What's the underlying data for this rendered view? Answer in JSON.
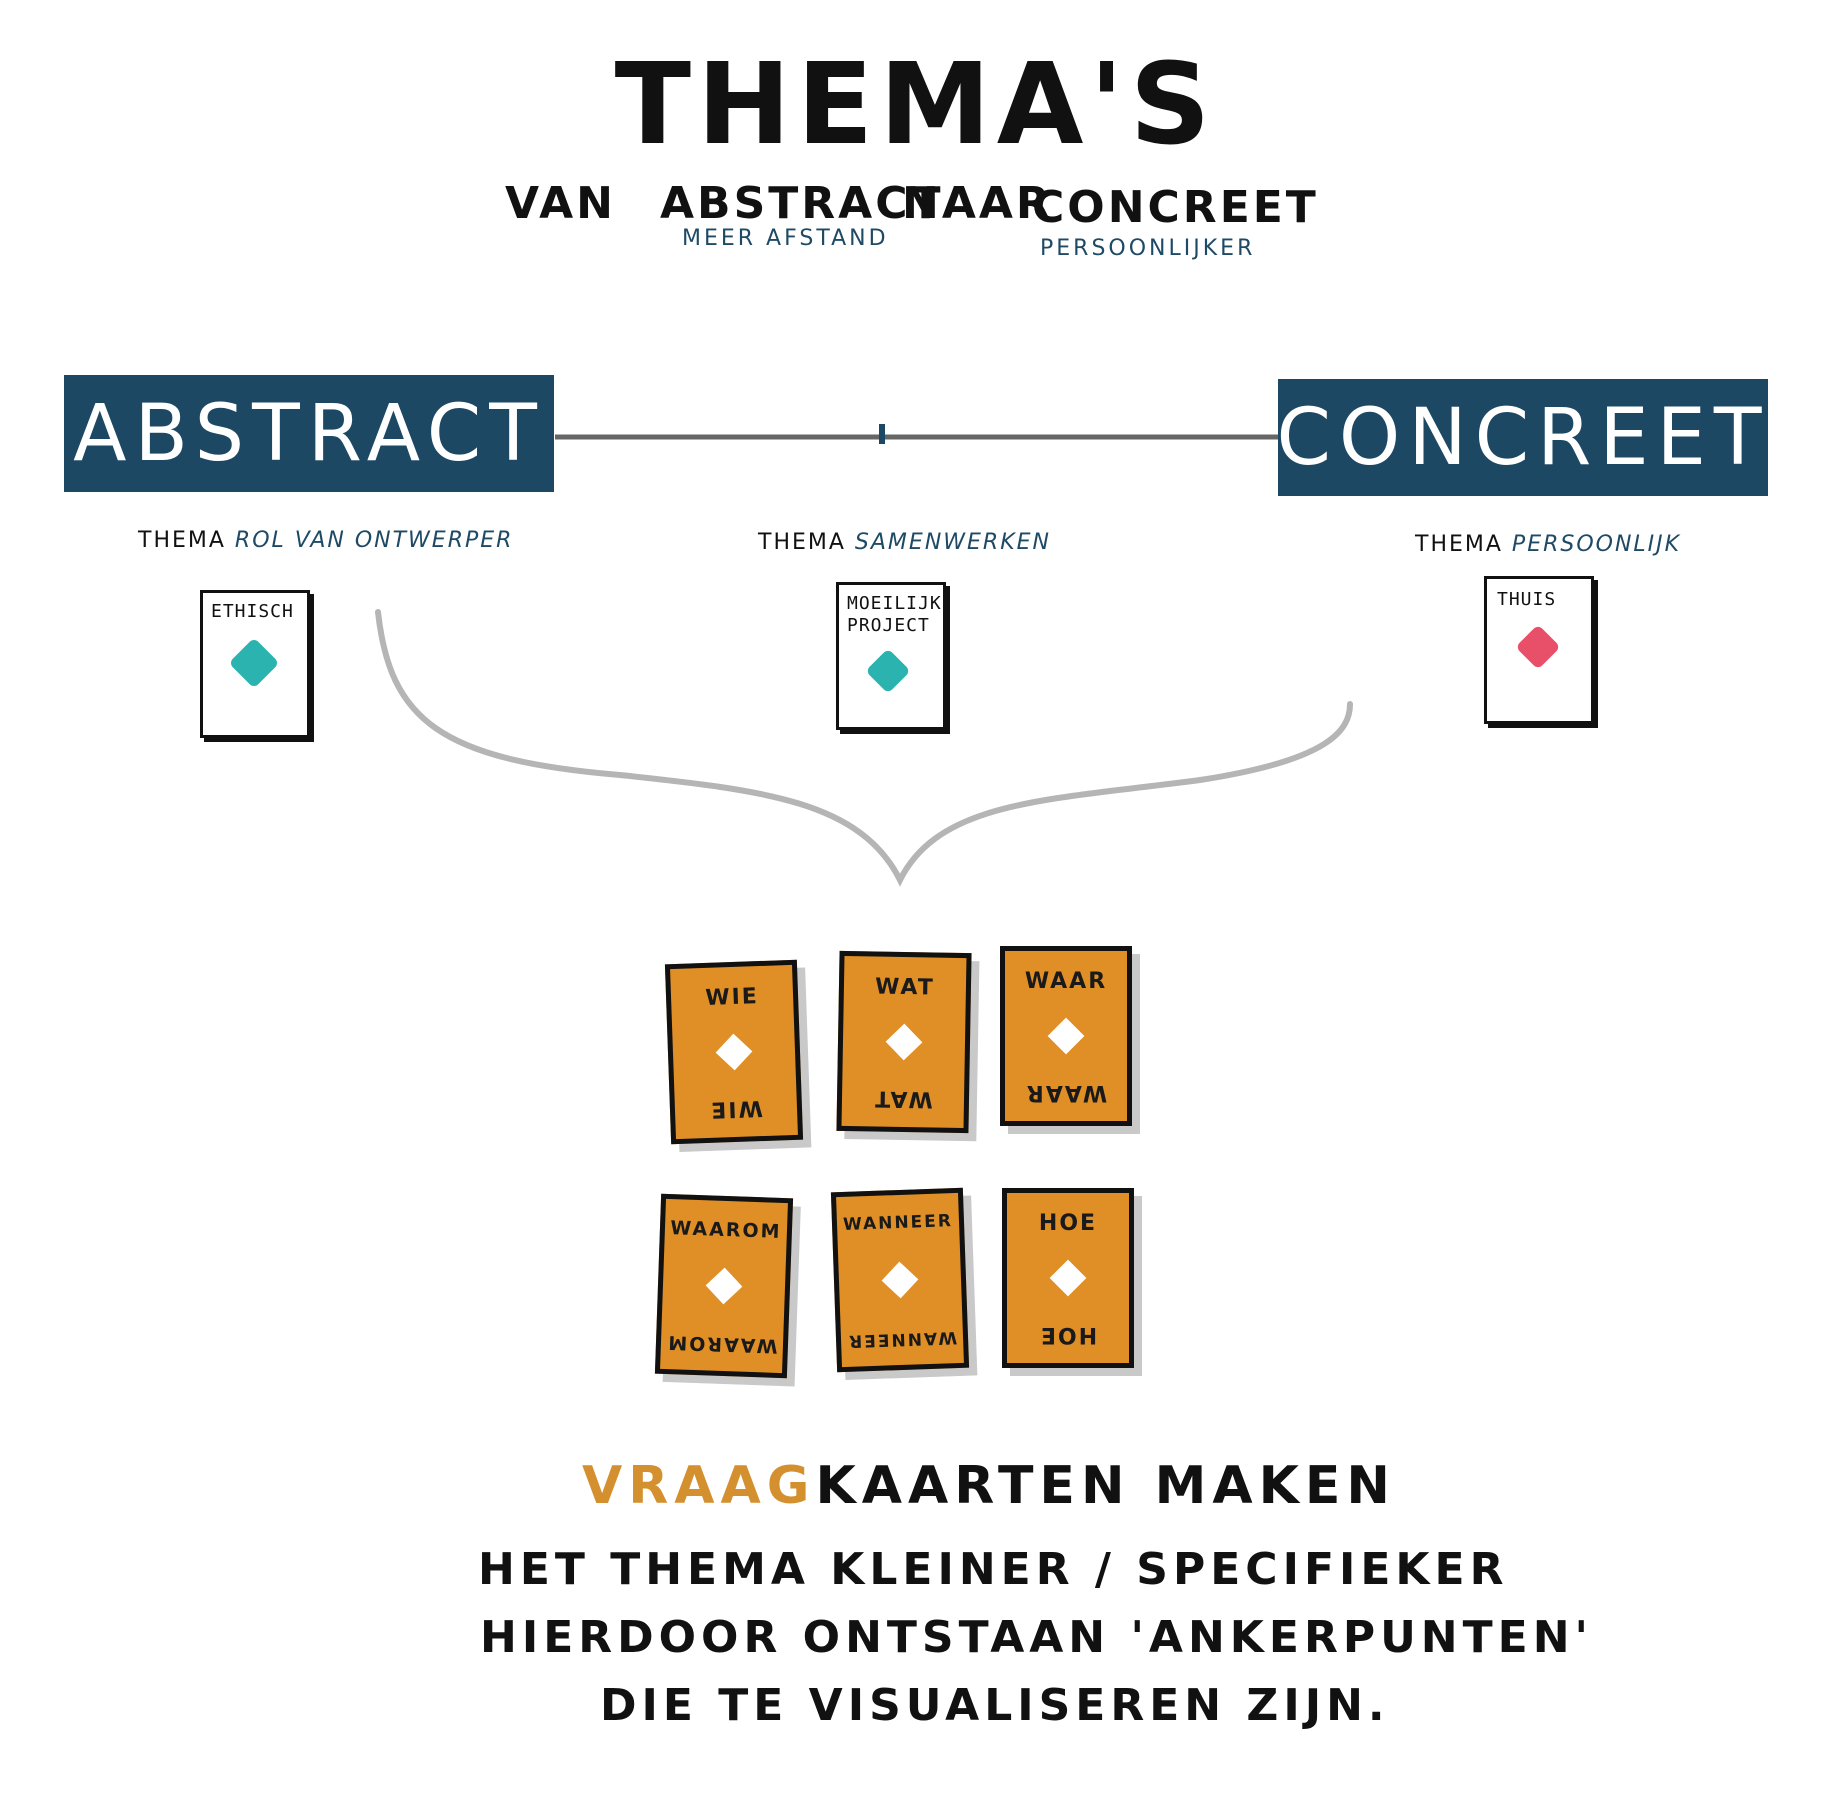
{
  "header": {
    "title": "THEMA'S",
    "subtitle": {
      "van": "VAN",
      "abstract": "ABSTRACT",
      "naar": "NAAR",
      "concreet": "CONCREET",
      "abstract_note": "MEER AFSTAND",
      "concreet_note": "PERSOONLIJKER"
    }
  },
  "scale": {
    "left_label": "ABSTRACT",
    "right_label": "CONCREET",
    "band_color": "#1c4864"
  },
  "themes": [
    {
      "prefix": "THEMA",
      "name": "ROL VAN ONTWERPER",
      "card_lines": [
        "ETHISCH"
      ],
      "diamond_color": "#2bb3b0"
    },
    {
      "prefix": "THEMA",
      "name": "SAMENWERKEN",
      "card_lines": [
        "MOEILIJK",
        "PROJECT"
      ],
      "diamond_color": "#2bb3b0"
    },
    {
      "prefix": "THEMA",
      "name": "PERSOONLIJK",
      "card_lines": [
        "THUIS"
      ],
      "diamond_color": "#e8506a"
    }
  ],
  "question_cards": [
    {
      "word": "WIE"
    },
    {
      "word": "WAT"
    },
    {
      "word": "WAAR"
    },
    {
      "word": "WAAROM"
    },
    {
      "word": "WANNEER"
    },
    {
      "word": "HOE"
    }
  ],
  "footer": {
    "heading_accent": "VRAAG",
    "heading_rest": "KAARTEN MAKEN",
    "line1": "HET THEMA KLEINER / SPECIFIEKER",
    "line2": "HIERDOOR ONTSTAAN 'ANKERPUNTEN'",
    "line3": "DIE TE VISUALISEREN ZIJN.",
    "accent_color": "#d4902e"
  }
}
